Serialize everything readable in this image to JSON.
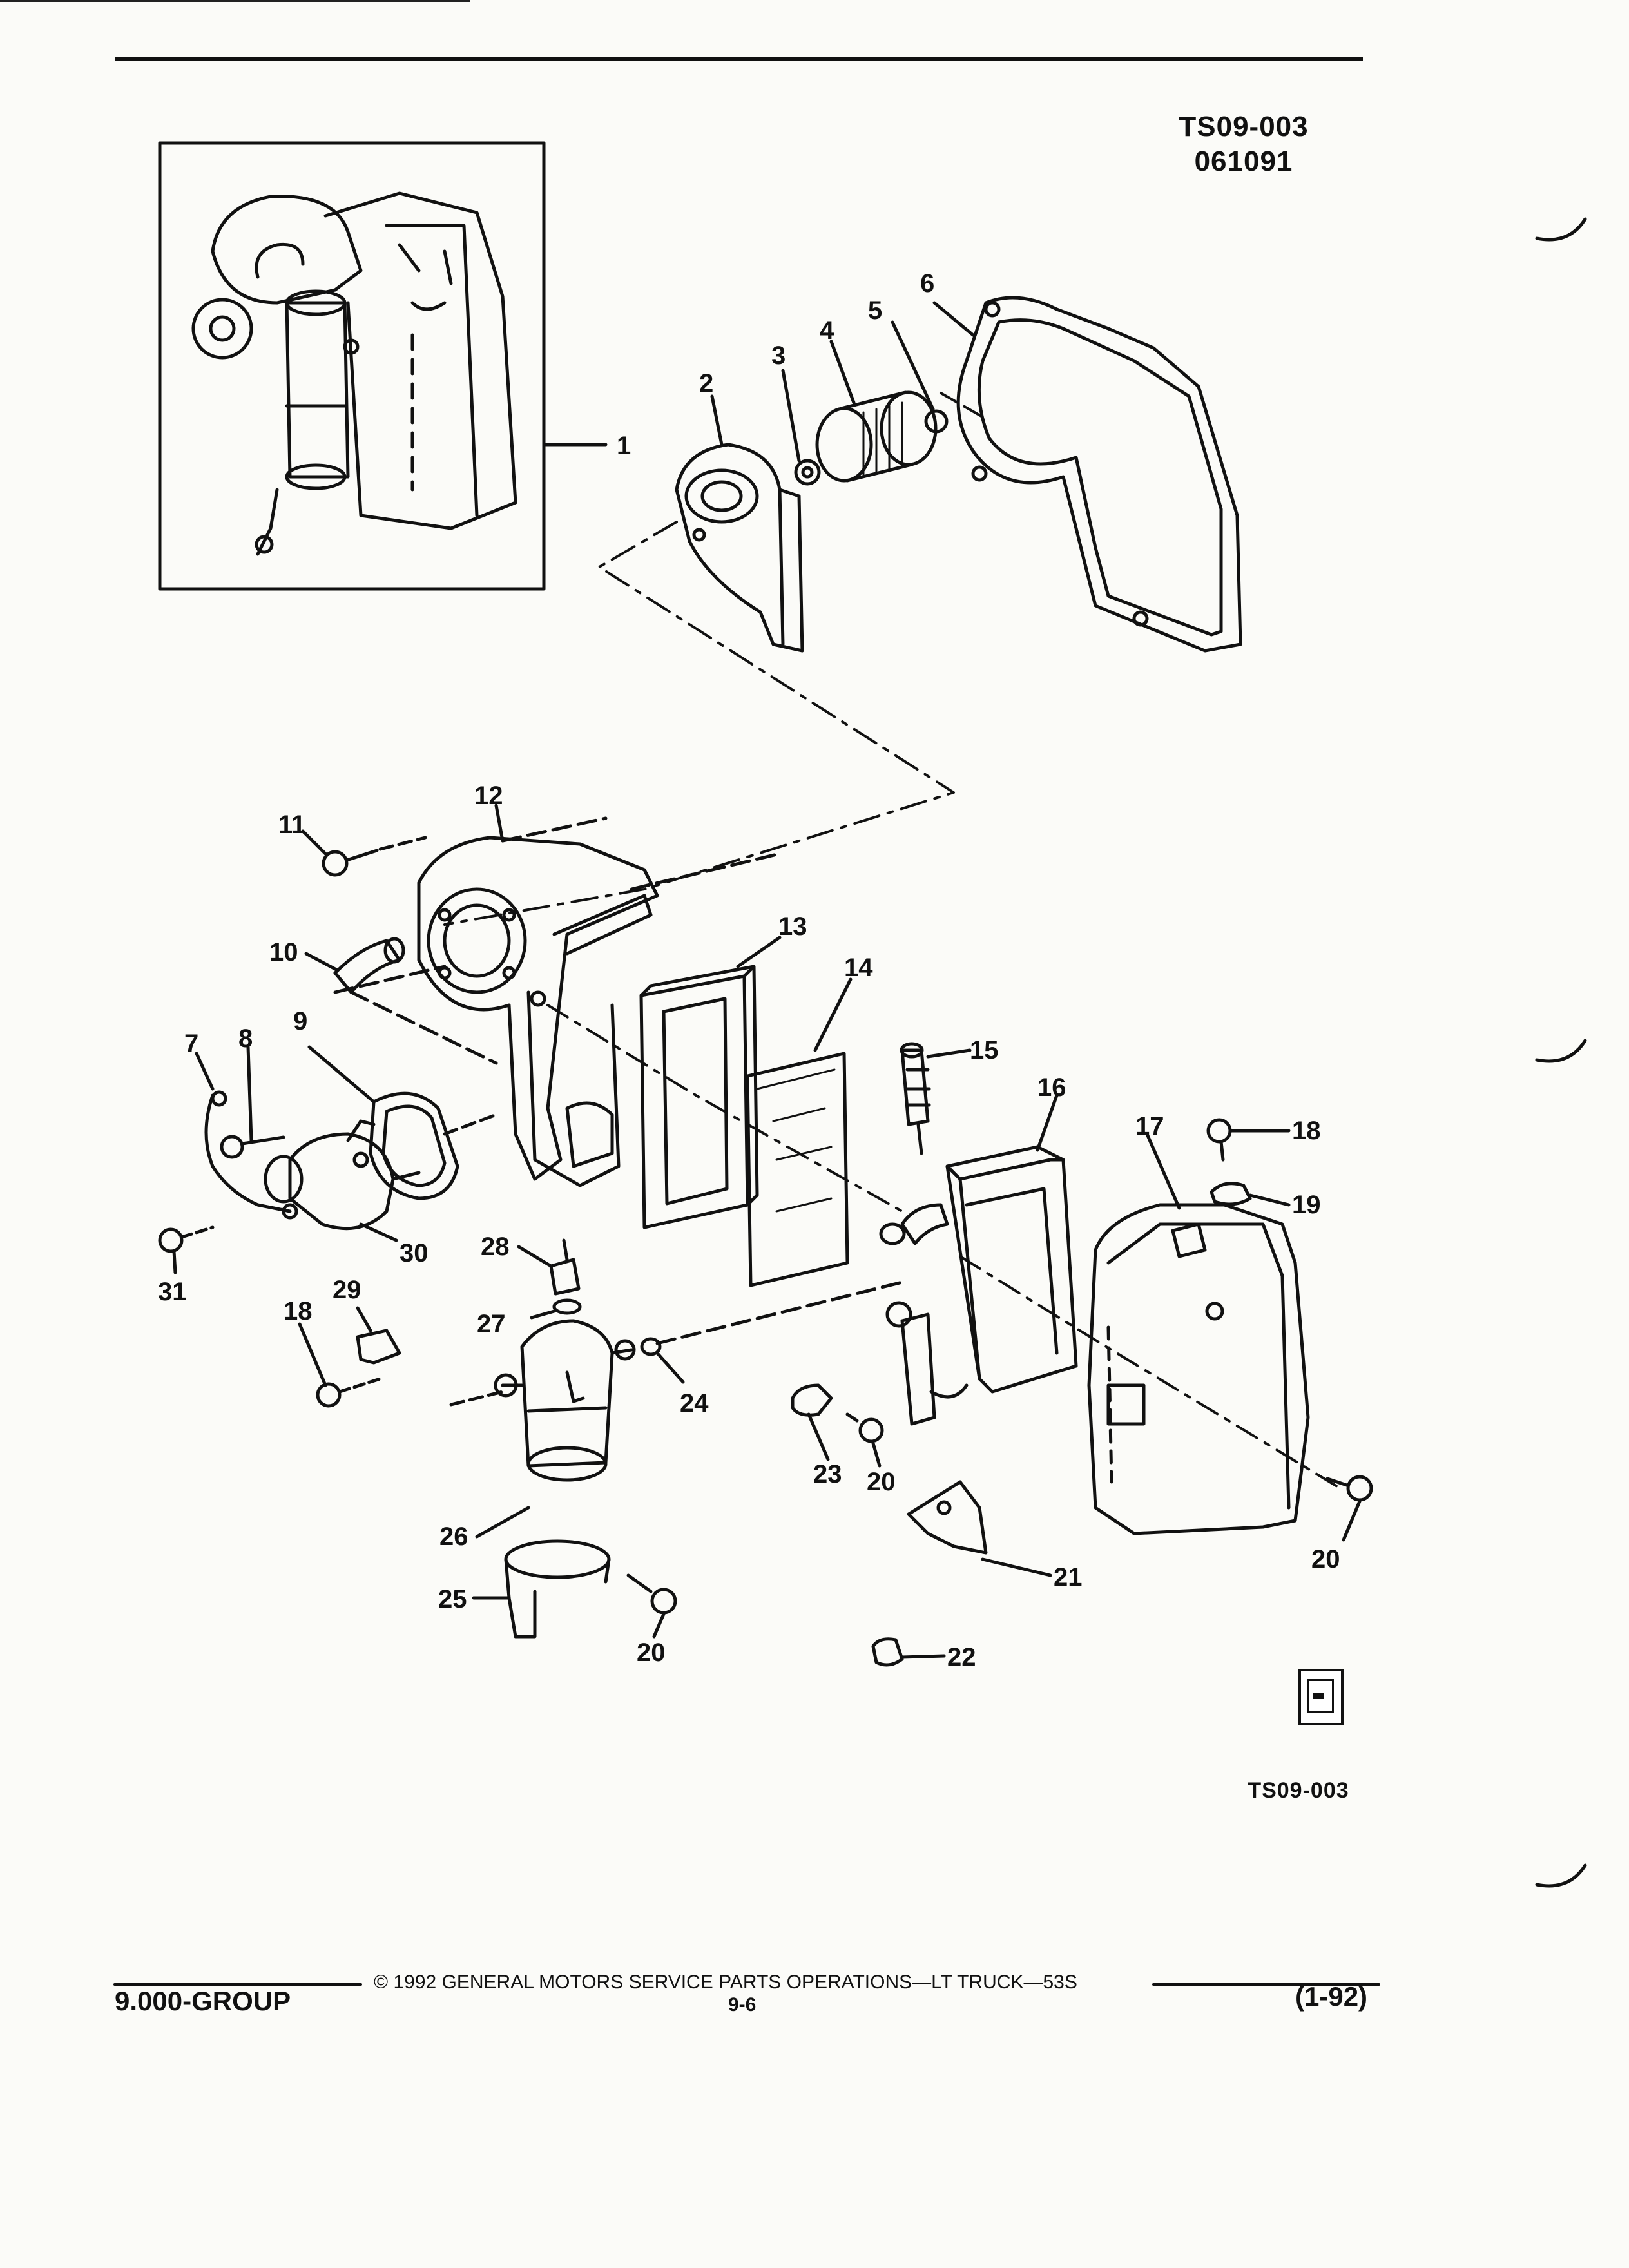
{
  "figure": {
    "code": "TS09-003",
    "date": "061091",
    "caption": "TS09-003"
  },
  "callouts": {
    "c1": "1",
    "c2": "2",
    "c3": "3",
    "c4": "4",
    "c5": "5",
    "c6": "6",
    "c7": "7",
    "c8": "8",
    "c9": "9",
    "c10": "10",
    "c11": "11",
    "c12": "12",
    "c13": "13",
    "c14": "14",
    "c15": "15",
    "c16": "16",
    "c17": "17",
    "c18a": "18",
    "c18b": "18",
    "c19": "19",
    "c20a": "20",
    "c20b": "20",
    "c20c": "20",
    "c21": "21",
    "c22": "22",
    "c23": "23",
    "c24": "24",
    "c25": "25",
    "c26": "26",
    "c27": "27",
    "c28": "28",
    "c29": "29",
    "c30": "30",
    "c31": "31"
  },
  "footer": {
    "group": "9.000-GROUP",
    "copyright": "©  1992  GENERAL MOTORS SERVICE PARTS OPERATIONS—LT TRUCK—53S",
    "page": "9-6",
    "revision": "(1-92)"
  },
  "colors": {
    "ink": "#111111",
    "paper": "#fbfbf8"
  }
}
